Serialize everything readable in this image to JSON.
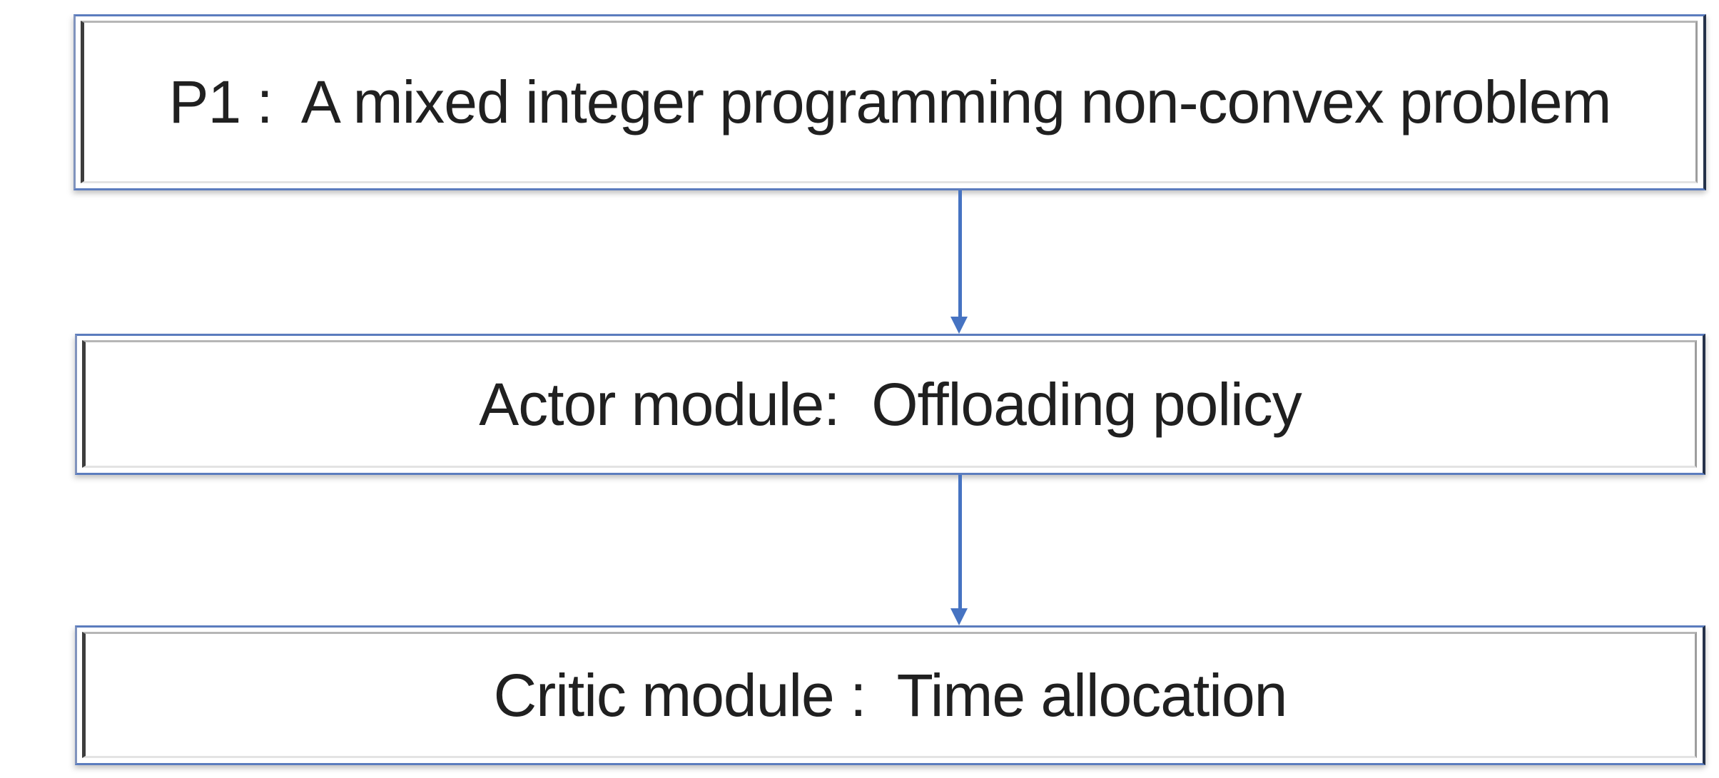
{
  "diagram": {
    "type": "flowchart",
    "background": "#ffffff",
    "colors": {
      "box_border_top_bottom": "#5b7cbe",
      "box_border_left": "#8093bd",
      "box_border_right": "#26324a",
      "inner_frame_gray": "#b6b6b6",
      "inner_frame_left_dark": "#3d3d3d",
      "arrow_blue": "#4673c2",
      "text": "#202020",
      "corner_shadow": "#7e7e7e"
    },
    "nodes": [
      {
        "id": "p1",
        "label": "P1 :  A mixed integer programming non-convex problem"
      },
      {
        "id": "actor",
        "label": "Actor module:  Offloading policy"
      },
      {
        "id": "critic",
        "label": "Critic module :  Time allocation"
      }
    ],
    "connectors": [
      {
        "from": "p1",
        "to": "actor",
        "direction": "down"
      },
      {
        "from": "actor",
        "to": "critic",
        "direction": "down"
      }
    ]
  }
}
